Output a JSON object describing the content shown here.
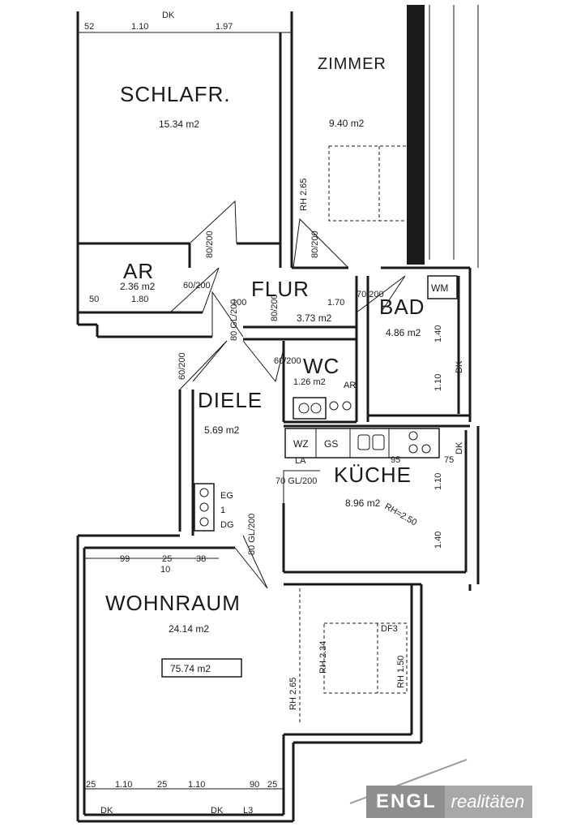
{
  "rooms": {
    "schlafr": {
      "name": "SCHLAFR.",
      "area": "15.34 m2"
    },
    "zimmer": {
      "name": "ZIMMER",
      "area": "9.40 m2",
      "height": "RH 2.65"
    },
    "ar": {
      "name": "AR",
      "area": "2.36 m2"
    },
    "flur": {
      "name": "FLUR",
      "area": "3.73 m2"
    },
    "bad": {
      "name": "BAD",
      "area": "4.86 m2"
    },
    "wc": {
      "name": "WC",
      "area": "1.26 m2"
    },
    "diele": {
      "name": "DIELE",
      "area": "5.69 m2"
    },
    "kueche": {
      "name": "KÜCHE",
      "area": "8.96 m2",
      "height": "RH=2.50"
    },
    "wohnraum": {
      "name": "WOHNRAUM",
      "area": "24.14 m2",
      "height": "RH 2.65"
    }
  },
  "total_area": "75.74 m2",
  "dimensions": {
    "top": [
      "52",
      "1.10",
      "DK",
      "1.97"
    ],
    "ar_row": [
      "50",
      "1.80",
      "100",
      "1.70"
    ],
    "bad_side": [
      "1.40",
      "1.10",
      "DK"
    ],
    "kueche_side": [
      "95",
      "75",
      "1.10",
      "DK",
      "1.40"
    ],
    "wohn_top": [
      "99",
      "25",
      "10",
      "38"
    ],
    "bottom": [
      "25",
      "1.10",
      "25",
      "1.10",
      "90",
      "25"
    ],
    "bottom_labels": [
      "DK",
      "DK",
      "L3"
    ],
    "df3": {
      "label": "DF3",
      "rh1": "RH 2.34",
      "rh2": "RH 1.50"
    }
  },
  "doors": [
    "80/200",
    "80/200",
    "60/200",
    "60/200",
    "70/200",
    "70 GL/200",
    "80 GL/200",
    "80 GL/200",
    "60/200",
    "80/200"
  ],
  "fixtures": {
    "wm": "WM",
    "wz": "WZ",
    "gs": "GS",
    "la": "LA",
    "ar_wc": "AR"
  },
  "levels": [
    "EG",
    "1",
    "DG"
  ],
  "logo": {
    "brand": "ENGL",
    "sub": "realitäten"
  }
}
